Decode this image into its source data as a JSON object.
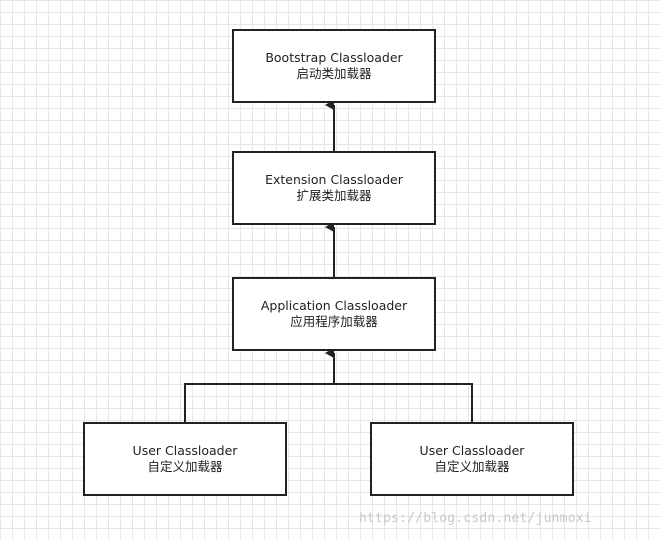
{
  "diagram": {
    "nodes": {
      "bootstrap": {
        "label_en": "Bootstrap Classloader",
        "label_zh": "启动类加载器"
      },
      "extension": {
        "label_en": "Extension Classloader",
        "label_zh": "扩展类加载器"
      },
      "application": {
        "label_en": "Application Classloader",
        "label_zh": "应用程序加载器"
      },
      "user_left": {
        "label_en": "User Classloader",
        "label_zh": "自定义加载器"
      },
      "user_right": {
        "label_en": "User Classloader",
        "label_zh": "自定义加载器"
      }
    },
    "edges": [
      {
        "from": "extension",
        "to": "bootstrap"
      },
      {
        "from": "application",
        "to": "extension"
      },
      {
        "from": "user_left",
        "to": "application"
      },
      {
        "from": "user_right",
        "to": "application"
      }
    ]
  },
  "watermark": "https://blog.csdn.net/junmoxi",
  "colors": {
    "line": "#222222",
    "grid": "#e7e7e7",
    "background": "#ffffff",
    "watermark": "#c9c9c9"
  }
}
